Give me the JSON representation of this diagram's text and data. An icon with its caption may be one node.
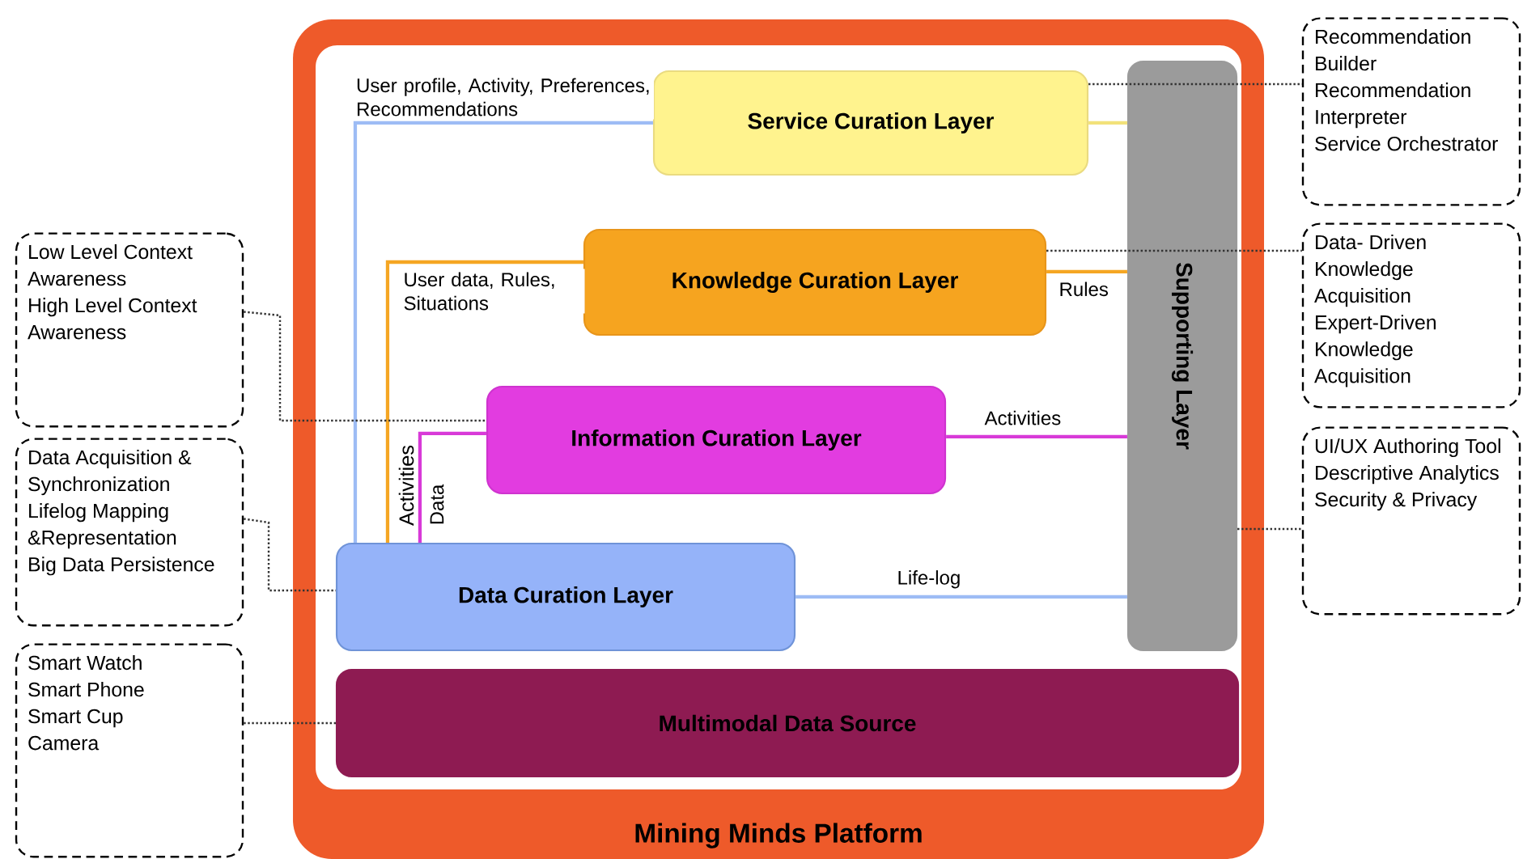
{
  "diagram": {
    "nodes": [
      {
        "text": [
          "Mining Minds Platform"
        ]
      },
      {
        "text": [
          "Service Curation Layer"
        ],
        "in": 0
      },
      {
        "text": [
          "Knowledge Curation Layer"
        ],
        "in": 0
      },
      {
        "text": [
          "Information Curation Layer"
        ],
        "in": 0
      },
      {
        "text": [
          "Data Curation Layer"
        ],
        "in": 0
      },
      {
        "text": [
          "Multimodal Data Source"
        ],
        "in": 0
      },
      {
        "text": [
          "Supporting Layer"
        ],
        "in": 0
      },
      {
        "text": [
          "Low Level Context Awareness",
          "High Level Context Awareness"
        ]
      },
      {
        "text": [
          "Data Acquisition & Synchronization",
          "Lifelog Mapping &Representation",
          "Big Data Persistence"
        ]
      },
      {
        "text": [
          "Smart  Watch",
          "Smart Phone",
          "Smart Cup",
          "Camera"
        ]
      },
      {
        "text": [
          "Recommendation Builder",
          "Recommendation Interpreter",
          "Service Orchestrator"
        ]
      },
      {
        "text": [
          "Data- Driven Knowledge Acquisition",
          "Expert-Driven Knowledge Acquisition"
        ]
      },
      {
        "text": [
          "UI/UX Authoring Tool",
          "Descriptive Analytics",
          "Security & Privacy"
        ]
      }
    ],
    "edges": [
      {
        "from": 4,
        "to": 1,
        "arrow": "none",
        "label": "User profile, Activity, Preferences, Recommendations",
        "color": "#9dbcf5"
      },
      {
        "from": 4,
        "to": 2,
        "arrow": "none",
        "label": "User data, Rules, Situations",
        "color": "#f5a623"
      },
      {
        "from": 4,
        "to": 3,
        "arrow": "none",
        "label": "Data",
        "color": "#d83ad8"
      },
      {
        "from": 1,
        "to": 6,
        "arrow": "none",
        "color": "#f2e27a"
      },
      {
        "from": 2,
        "to": 6,
        "arrow": "none",
        "label": "Rules",
        "color": "#f5a623"
      },
      {
        "from": 3,
        "to": 6,
        "arrow": "none",
        "label": "Activities",
        "color": "#d83ad8"
      },
      {
        "from": 4,
        "to": 6,
        "arrow": "none",
        "label": "Life-log",
        "color": "#9dbcf5"
      },
      {
        "from": 7,
        "to": 3,
        "arrow": "none",
        "style": "dashed",
        "color": "#333333"
      },
      {
        "from": 8,
        "to": 4,
        "arrow": "none",
        "style": "dashed",
        "color": "#333333"
      },
      {
        "from": 9,
        "to": 5,
        "arrow": "none",
        "style": "dashed",
        "color": "#333333"
      },
      {
        "from": 10,
        "to": 1,
        "arrow": "none",
        "style": "dashed",
        "color": "#333333"
      },
      {
        "from": 11,
        "to": 2,
        "arrow": "none",
        "style": "dashed",
        "color": "#333333"
      },
      {
        "from": 12,
        "to": 6,
        "arrow": "none",
        "style": "dashed",
        "color": "#333333"
      }
    ],
    "labels": [
      "Activities"
    ]
  }
}
